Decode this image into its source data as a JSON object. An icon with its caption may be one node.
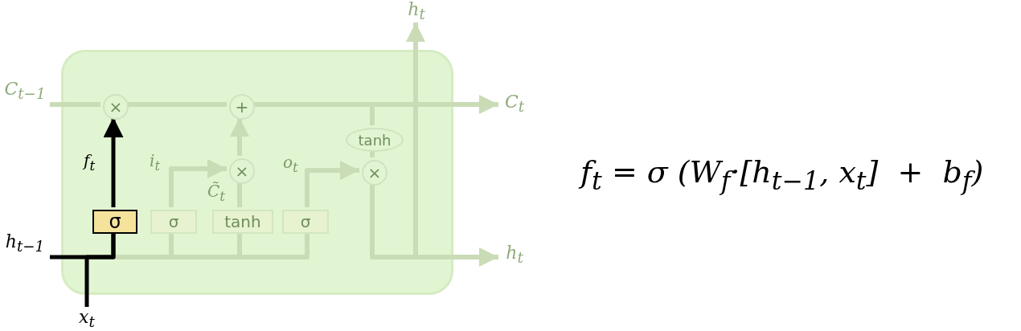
{
  "diagram": {
    "nodes": [
      {
        "text": [],
        "shape": "box"
      },
      {
        "text": [
          "×"
        ],
        "in": 0
      },
      {
        "text": [
          "+"
        ],
        "in": 0
      },
      {
        "text": [
          "σ"
        ],
        "in": 0
      },
      {
        "text": [
          "σ"
        ],
        "in": 0
      },
      {
        "text": [
          "tanh"
        ],
        "in": 0
      },
      {
        "text": [
          "σ"
        ],
        "in": 0
      },
      {
        "text": [
          "×"
        ],
        "in": 0
      },
      {
        "text": [
          "×"
        ],
        "in": 0
      },
      {
        "text": [
          "tanh"
        ],
        "in": 0
      },
      {
        "text": [
          "C$_{t−1}$"
        ]
      },
      {
        "text": [
          "C$_{t}$"
        ]
      },
      {
        "text": [
          "h$_{t}$"
        ]
      },
      {
        "text": [
          "h$_{t}$"
        ]
      },
      {
        "text": [
          "h$_{t−1}$"
        ]
      },
      {
        "text": [
          "x$_{t}$"
        ]
      }
    ],
    "edges": [
      {
        "from": 10,
        "to": 1,
        "arrow": "none"
      },
      {
        "from": 1,
        "to": 2,
        "arrow": "none"
      },
      {
        "from": 2,
        "to": 11,
        "arrow": "to"
      },
      {
        "from": 3,
        "to": 1,
        "arrow": "to",
        "label": "f$_{t}$",
        "color": "#000000"
      },
      {
        "from": 4,
        "to": 7,
        "arrow": "to",
        "label": "i$_{t}$"
      },
      {
        "from": 5,
        "to": 7,
        "arrow": "none",
        "label": "C̃$_{t}$"
      },
      {
        "from": 7,
        "to": 2,
        "arrow": "to"
      },
      {
        "from": 6,
        "to": 8,
        "arrow": "to",
        "label": "o$_{t}$"
      },
      {
        "from": 2,
        "to": 9,
        "arrow": "none"
      },
      {
        "from": 9,
        "to": 8,
        "arrow": "none"
      },
      {
        "from": 8,
        "to": 12,
        "arrow": "to"
      },
      {
        "from": 8,
        "to": 13,
        "arrow": "to"
      },
      {
        "from": 14,
        "to": 3,
        "arrow": "none",
        "color": "#000000"
      },
      {
        "from": 14,
        "to": 4,
        "arrow": "none"
      },
      {
        "from": 14,
        "to": 5,
        "arrow": "none"
      },
      {
        "from": 14,
        "to": 6,
        "arrow": "none"
      },
      {
        "from": 15,
        "to": 3,
        "arrow": "none",
        "color": "#000000"
      },
      {
        "from": 15,
        "to": 4,
        "arrow": "none"
      },
      {
        "from": 15,
        "to": 5,
        "arrow": "none"
      },
      {
        "from": 15,
        "to": 6,
        "arrow": "none"
      }
    ],
    "labels": [
      "f$_{t}$ = σ (W$_{f}$·[h$_{t−1}$, x$_{t}$]  +  b$_{f}$)"
    ]
  }
}
